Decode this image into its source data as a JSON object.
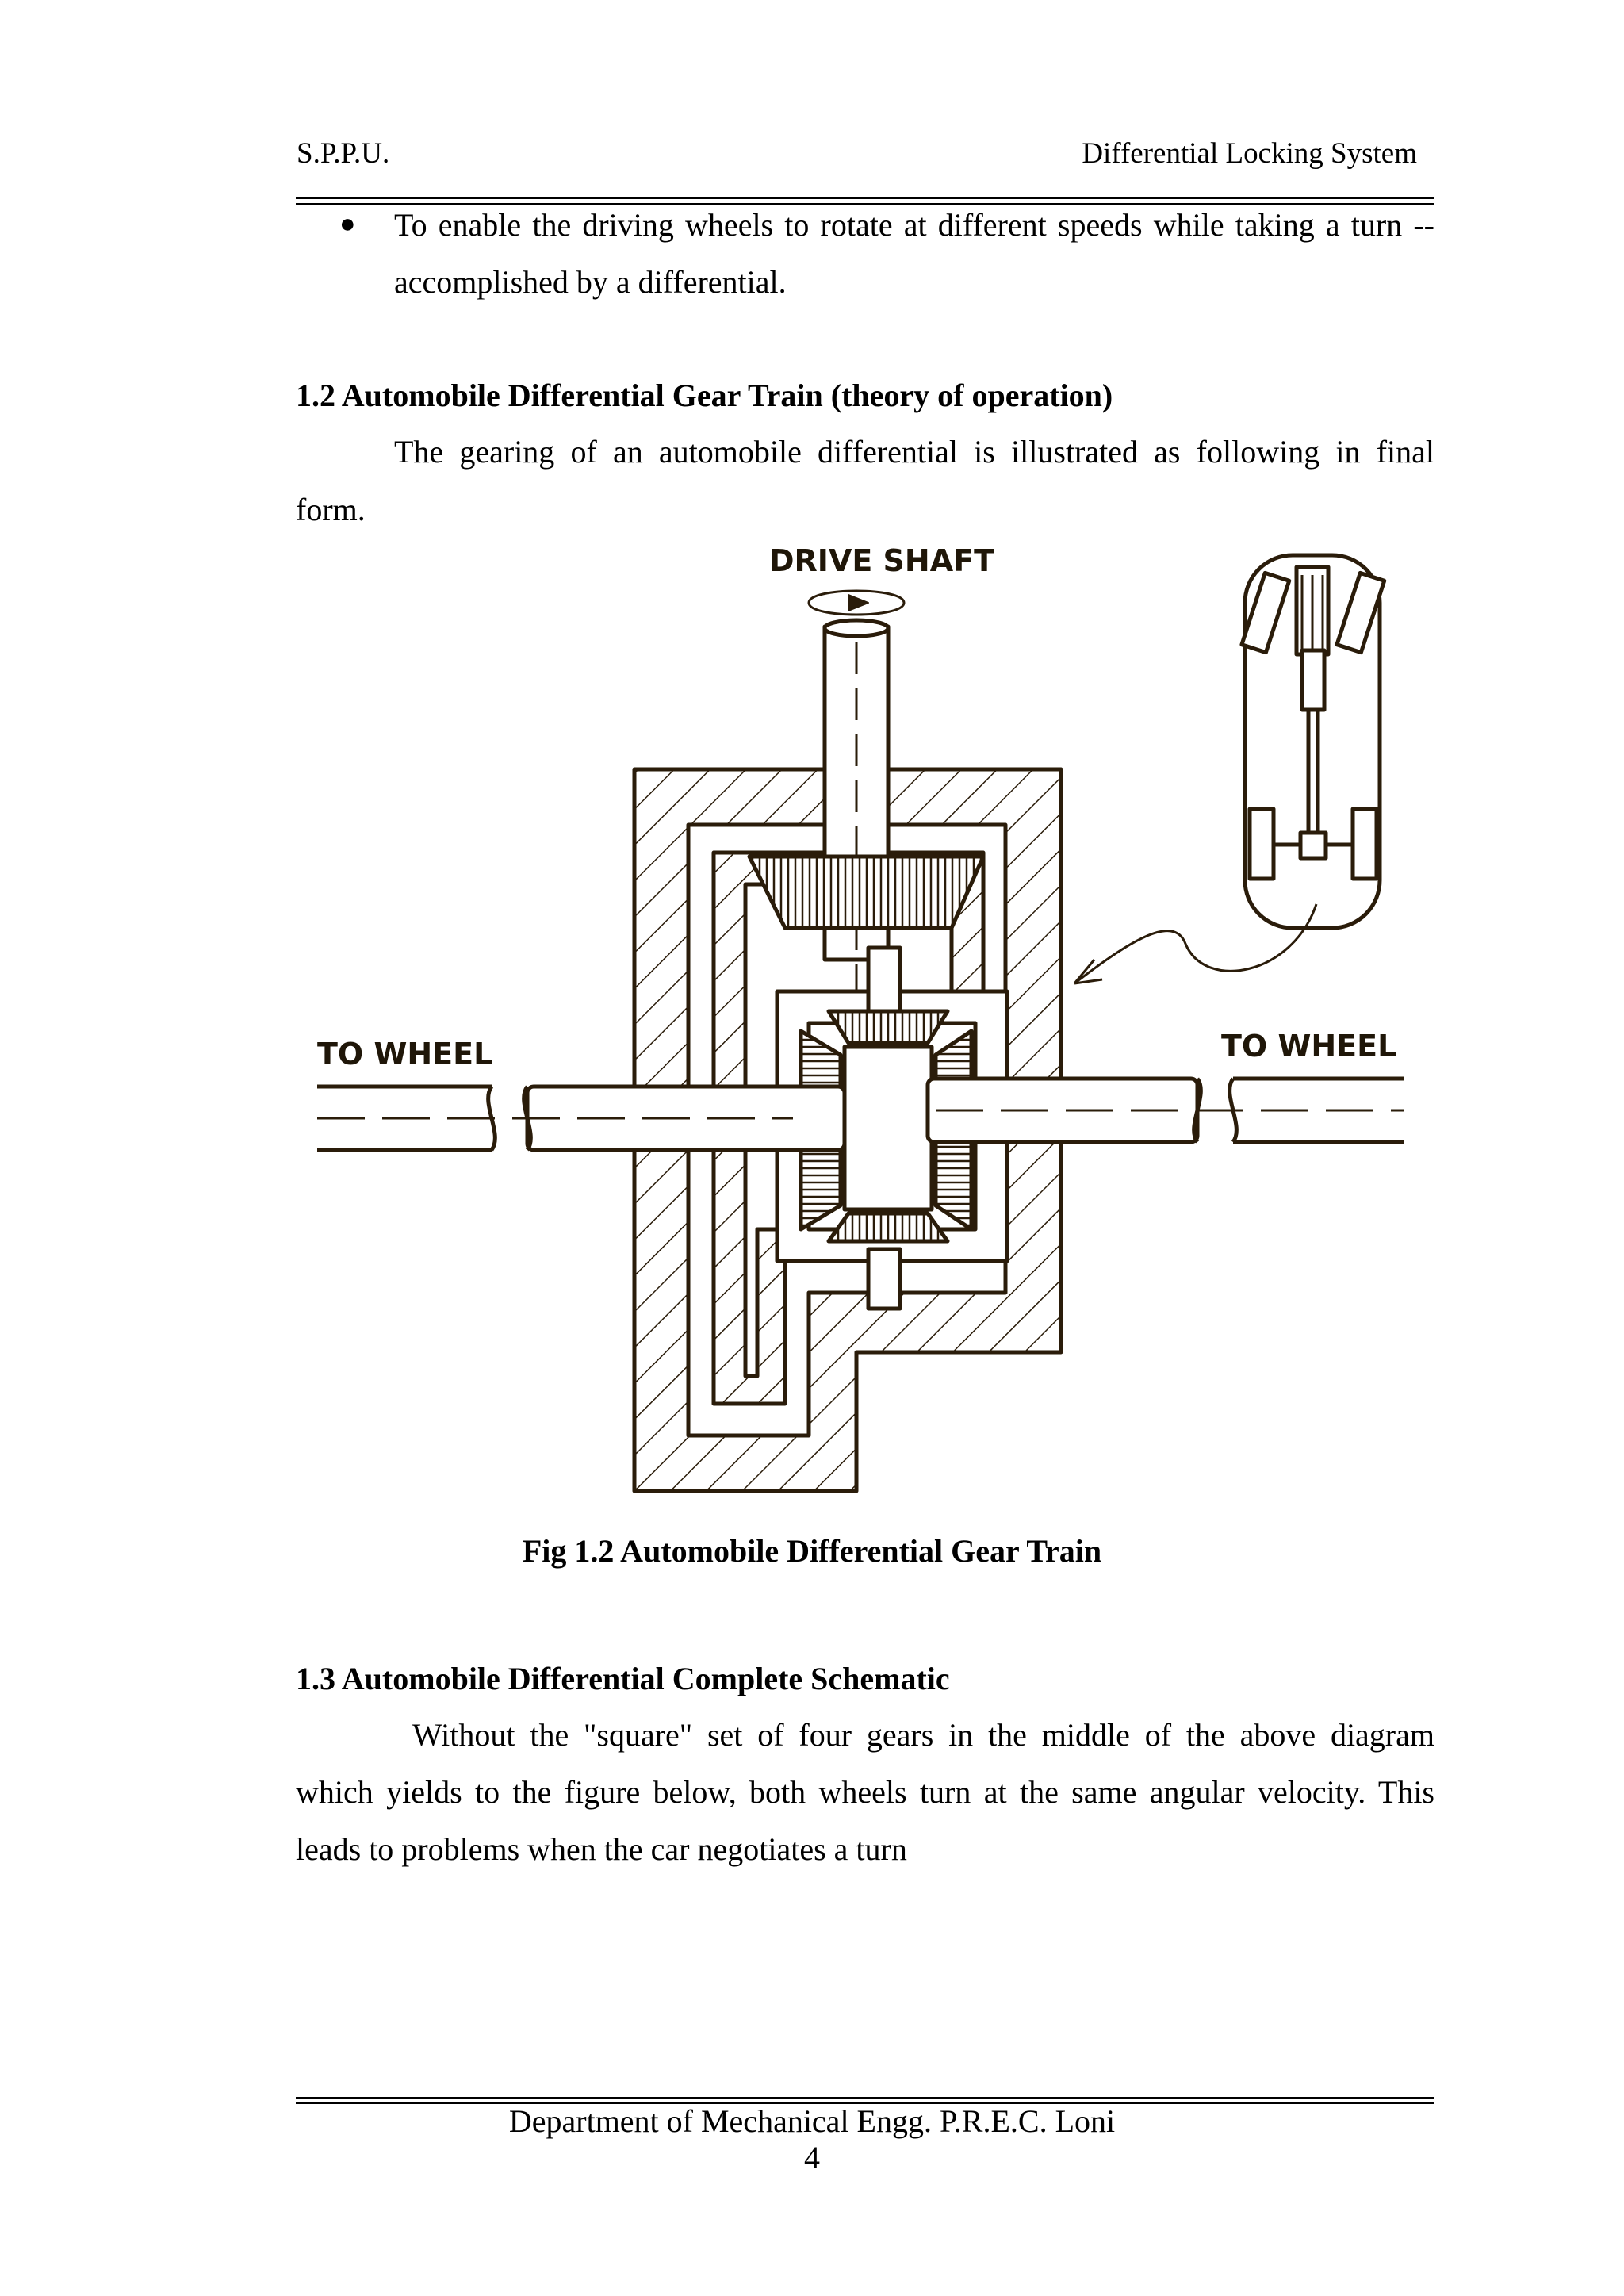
{
  "header": {
    "left": "S.P.P.U.",
    "right": "Differential Locking System"
  },
  "bullet": {
    "line1": "To enable the driving wheels to rotate at different speeds while taking a turn --",
    "line2": "accomplished by a differential."
  },
  "section_1_2": {
    "heading": "1.2 Automobile Differential Gear Train (theory of operation)",
    "line1": "The gearing of an automobile differential is illustrated as following in final",
    "line2": "form."
  },
  "figure": {
    "drive_shaft_label": "DRIVE SHAFT",
    "to_wheel_left": "TO WHEEL",
    "to_wheel_right": "TO WHEEL",
    "caption": "Fig 1.2 Automobile Differential Gear Train"
  },
  "section_1_3": {
    "heading": "1.3 Automobile Differential Complete Schematic",
    "line1": "Without the \"square\" set of four gears in the middle of the above diagram",
    "line2": "which yields to the figure below, both wheels turn at the same angular velocity. This",
    "line3": "leads to problems when the car negotiates a turn"
  },
  "footer": {
    "department": "Department of Mechanical Engg. P.R.E.C. Loni",
    "page_number": "4"
  }
}
